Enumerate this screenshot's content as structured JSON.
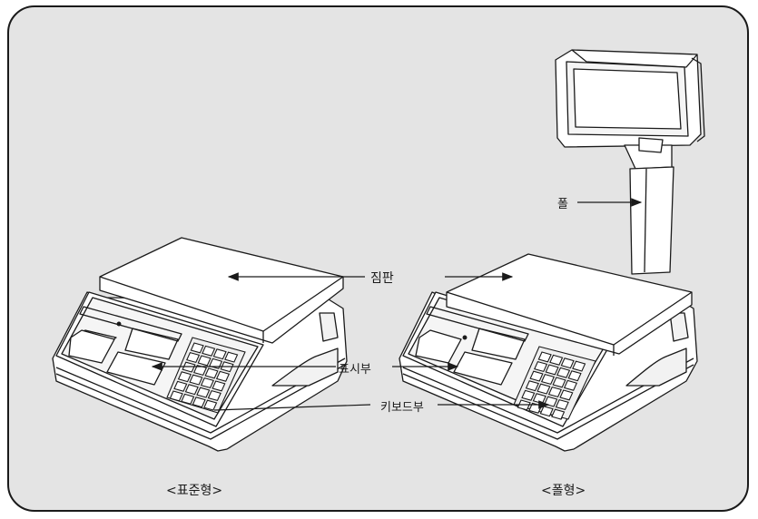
{
  "labels": {
    "pole": "폴",
    "platter": "짐판",
    "display": "표시부",
    "keyboard": "키보드부"
  },
  "captions": {
    "standard": "<표준형>",
    "pole_type": "<폴형>"
  }
}
